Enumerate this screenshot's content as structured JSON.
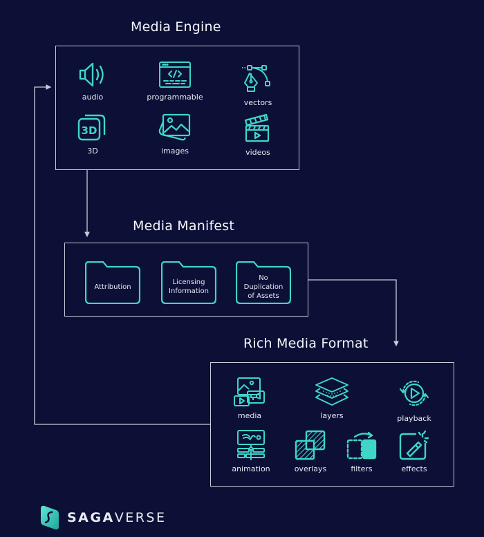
{
  "sections": {
    "media_engine": {
      "title": "Media Engine",
      "items": [
        {
          "label": "audio",
          "icon": "speaker-icon"
        },
        {
          "label": "programmable",
          "icon": "code-window-icon"
        },
        {
          "label": "vectors",
          "icon": "pen-tool-icon"
        },
        {
          "label": "3D",
          "icon": "3d-icon"
        },
        {
          "label": "images",
          "icon": "image-stack-icon"
        },
        {
          "label": "videos",
          "icon": "clapperboard-icon"
        }
      ]
    },
    "media_manifest": {
      "title": "Media Manifest",
      "folders": [
        {
          "label": "Attribution"
        },
        {
          "label": "Licensing\nInformation"
        },
        {
          "label": "No\nDuplication\nof Assets"
        }
      ]
    },
    "rich_media_format": {
      "title": "Rich Media Format",
      "items": [
        {
          "label": "media",
          "icon": "media-collage-icon"
        },
        {
          "label": "layers",
          "icon": "layers-icon"
        },
        {
          "label": "playback",
          "icon": "playback-icon"
        },
        {
          "label": "animation",
          "icon": "animation-timeline-icon"
        },
        {
          "label": "overlays",
          "icon": "overlays-icon"
        },
        {
          "label": "filters",
          "icon": "filters-icon"
        },
        {
          "label": "effects",
          "icon": "magic-wand-icon"
        }
      ]
    }
  },
  "brand": {
    "name_bold": "SAGA",
    "name_light": "VERSE",
    "accent_color": "#3fd6c6",
    "background_color": "#0c1036",
    "line_color": "#c9cbd8"
  }
}
